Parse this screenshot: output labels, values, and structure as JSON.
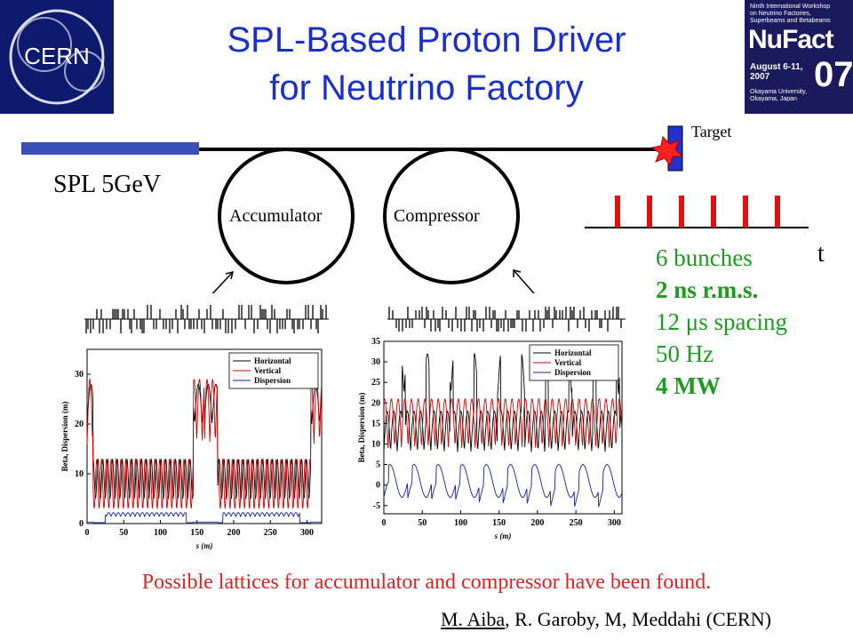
{
  "title": {
    "line1": "SPL-Based Proton Driver",
    "line2": "for Neutrino Factory"
  },
  "logos": {
    "left_text": "CERN",
    "right_lines": [
      "Ninth International Workshop",
      "on Neutrino Factories,",
      "Superbeams and Betabeams"
    ],
    "right_brand": "NuFact",
    "right_dates": [
      "August 6-11,",
      "2007"
    ],
    "right_year": "07",
    "right_venue": [
      "Okayama University,",
      "Okayama, Japan"
    ]
  },
  "schematic": {
    "linac_label": "SPL 5GeV",
    "ring1_label": "Accumulator",
    "ring2_label": "Compressor",
    "target_label": "Target",
    "time_label": "t",
    "bunch_count": 6
  },
  "specs": [
    {
      "text": "6 bunches",
      "color": "#1e9a1e",
      "bold": false
    },
    {
      "text": "2 ns r.m.s.",
      "color": "#1e9a1e",
      "bold": true
    },
    {
      "text": "12 μs spacing",
      "color": "#1e9a1e",
      "bold": false
    },
    {
      "text": "50 Hz",
      "color": "#1e9a1e",
      "bold": false
    },
    {
      "text": "4 MW",
      "color": "#1e9a1e",
      "bold": true
    }
  ],
  "chart_data": [
    {
      "type": "line",
      "xlabel": "s (m)",
      "ylabel": "Beta, Dispersion (m)",
      "xlim": [
        0,
        320
      ],
      "ylim": [
        0,
        35
      ],
      "xticks": [
        0,
        50,
        100,
        150,
        200,
        250,
        300
      ],
      "yticks": [
        0,
        10,
        20,
        30
      ],
      "legend_position": "top-right",
      "series": [
        {
          "name": "Horizontal",
          "color": "#000000"
        },
        {
          "name": "Vertical",
          "color": "#cc0000"
        },
        {
          "name": "Dispersion",
          "color": "#1020a0"
        }
      ]
    },
    {
      "type": "line",
      "xlabel": "s (m)",
      "ylabel": "Beta, Dispersion (m)",
      "xlim": [
        0,
        310
      ],
      "ylim": [
        -7,
        35
      ],
      "xticks": [
        0,
        50,
        100,
        150,
        200,
        250,
        300
      ],
      "yticks": [
        -5,
        0,
        5,
        10,
        15,
        20,
        25,
        30,
        35
      ],
      "legend_position": "top-right",
      "series": [
        {
          "name": "Horizontal",
          "color": "#000000"
        },
        {
          "name": "Vertical",
          "color": "#cc0000"
        },
        {
          "name": "Dispersion",
          "color": "#1020a0"
        }
      ]
    }
  ],
  "footer": {
    "statement": "Possible lattices for accumulator and compressor have been found.",
    "author_first": "M. Aiba",
    "author_rest": ", R. Garoby, M, Meddahi (CERN)"
  }
}
